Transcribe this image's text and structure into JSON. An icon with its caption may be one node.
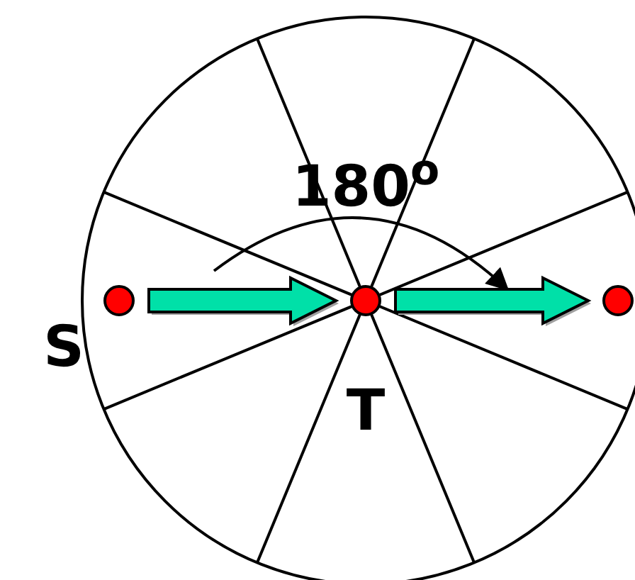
{
  "diagram": {
    "nodes": [
      {
        "text": [],
        "shape": "circle",
        "beside": [
          "S"
        ]
      },
      {
        "text": [],
        "shape": "circle",
        "beside": [
          "T"
        ]
      },
      {
        "text": [],
        "shape": "circle"
      }
    ],
    "edges": [
      {
        "from": 0,
        "to": 1,
        "arrow": "to"
      },
      {
        "from": 1,
        "to": 2,
        "arrow": "to"
      }
    ],
    "labels": [
      "180$^{o}$"
    ]
  }
}
